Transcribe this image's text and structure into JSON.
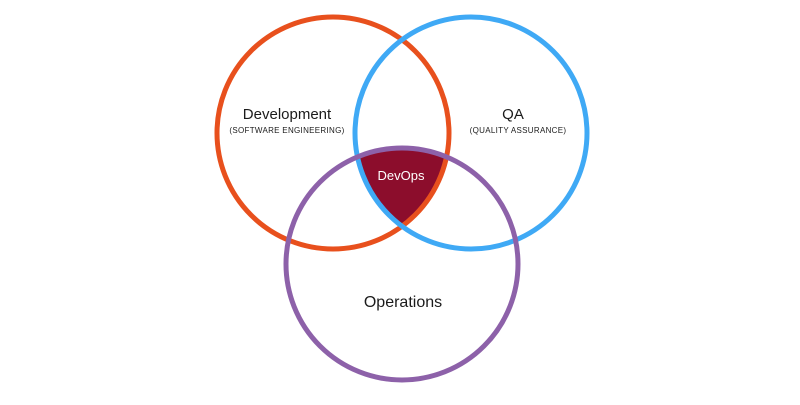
{
  "diagram": {
    "type": "venn",
    "sets": [
      {
        "id": "development",
        "label": "Development",
        "sublabel": "(SOFTWARE ENGINEERING)",
        "color": "#E8501D"
      },
      {
        "id": "qa",
        "label": "QA",
        "sublabel": "(QUALITY ASSURANCE)",
        "color": "#3FA9F5"
      },
      {
        "id": "operations",
        "label": "Operations",
        "sublabel": "",
        "color": "#8D61A9"
      }
    ],
    "intersection": {
      "label": "DevOps",
      "fill": "#8C0D2C",
      "text_color": "#FFFFFF"
    }
  }
}
